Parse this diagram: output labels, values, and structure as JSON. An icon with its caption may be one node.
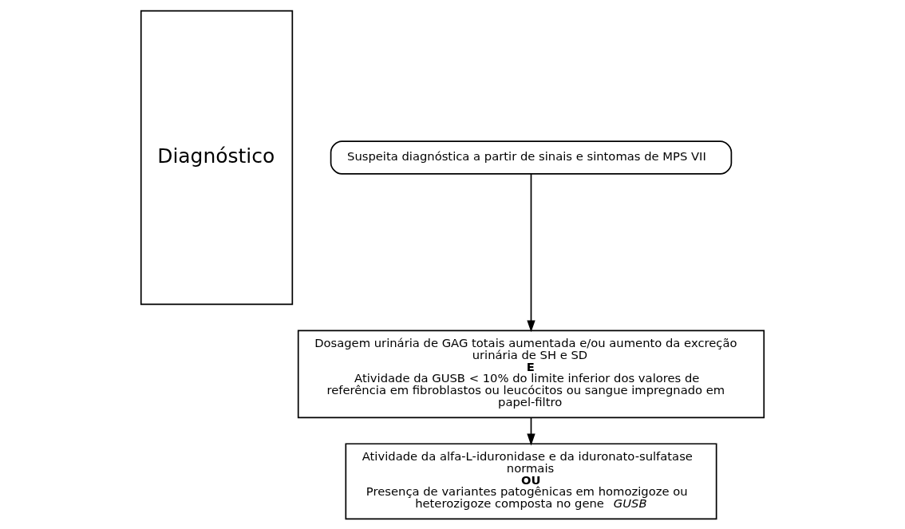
{
  "diagram": {
    "nodes": [
      {
        "text": [
          "Diagnóstico"
        ]
      },
      {
        "text": [
          "Suspeita diagnóstica a partir de sinais e sintomas de MPS VII"
        ]
      },
      {
        "text": [
          "Dosagem urinária de GAG totais aumentada e/ou aumento da excreção urinária de SH e SD",
          "E",
          "Atividade da GUSB < 10% do limite inferior dos valores de referência em fibroblastos ou leucócitos ou sangue impregnado em papel-filtro"
        ]
      },
      {
        "text": [
          "Atividade da alfa-L-iduronidase e da iduronato-sulfatase normais",
          "OU",
          "Presença de variantes patogênicas em homozigoze ou heterozigoze composta no gene *GUSB*"
        ]
      }
    ],
    "edges": [
      {
        "from": 1,
        "to": 2,
        "arrow": "to"
      },
      {
        "from": 2,
        "to": 3,
        "arrow": "to"
      }
    ]
  }
}
